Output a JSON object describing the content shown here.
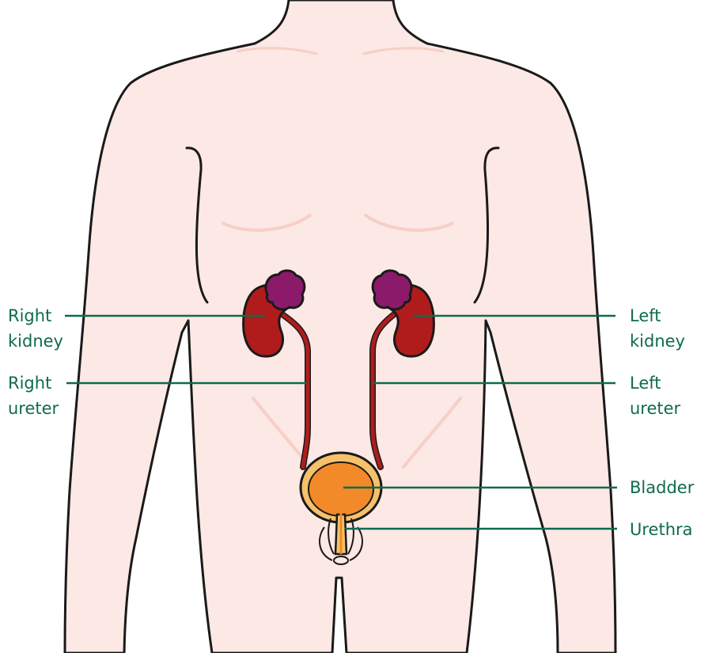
{
  "colors": {
    "skin": "#fce8e4",
    "skin_shade": "#f6cfc6",
    "outline": "#1a1a1a",
    "kidney": "#b01c1c",
    "adrenal": "#8b1a6b",
    "bladder_fill": "#f28a2a",
    "bladder_ring": "#f5c16a",
    "leader": "#0e6b4e",
    "label": "#0e6b4e"
  },
  "labels": {
    "right_kidney": {
      "line1": "Right",
      "line2": "kidney"
    },
    "right_ureter": {
      "line1": "Right",
      "line2": "ureter"
    },
    "left_kidney": {
      "line1": "Left",
      "line2": "kidney"
    },
    "left_ureter": {
      "line1": "Left",
      "line2": "ureter"
    },
    "bladder": "Bladder",
    "urethra": "Urethra"
  }
}
